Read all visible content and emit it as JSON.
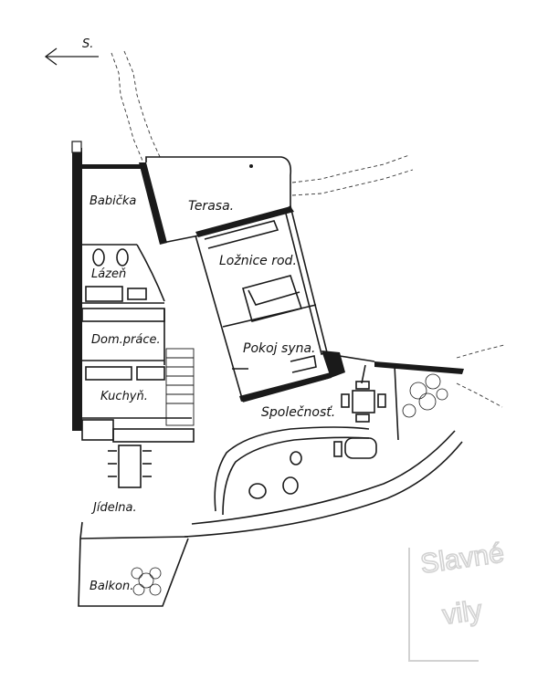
{
  "compass": {
    "label": "S.",
    "icon": "arrow-left-icon"
  },
  "rooms": {
    "babicka": "Babička",
    "terasa": "Terasa.",
    "lazen": "Lázeň",
    "loznice": "Ložnice rod.",
    "dom_prace": "Dom.práce.",
    "pokoj_syna": "Pokoj syna.",
    "kuchyn": "Kuchyň.",
    "spolecnost": "Společnosť.",
    "jidelna": "Jídelna.",
    "balkon": "Balkon."
  },
  "watermark": {
    "line1": "Slavné",
    "line2": "vily"
  },
  "colors": {
    "ink": "#1a1a1a",
    "paper": "#ffffff",
    "watermark": "#d2d2d2"
  }
}
